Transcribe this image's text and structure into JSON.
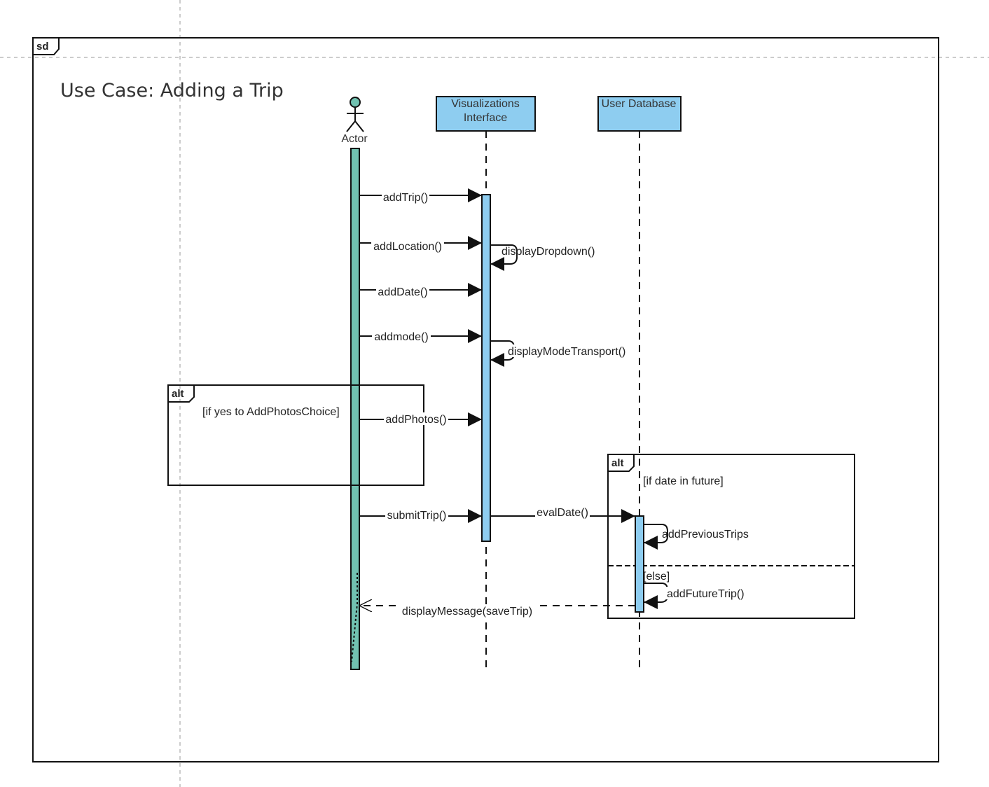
{
  "diagram": {
    "frame_tag": "sd",
    "title": "Use Case: Adding a Trip",
    "colors": {
      "actor_bar": "#71c2b1",
      "lifeline_box": "#8ecdf0",
      "activation": "#8ecdf0",
      "guide": "#bbbbbb",
      "line": "#111111"
    },
    "participants": {
      "actor": "Actor",
      "interface": "Visualizations Interface",
      "interface_line1": "Visualizations",
      "interface_line2": "Interface",
      "database": "User Database"
    },
    "messages": {
      "add_trip": "addTrip()",
      "add_location": "addLocation()",
      "display_dropdown": "displayDropdown()",
      "add_date": "addDate()",
      "add_mode": "addmode()",
      "display_mode_transport": "displayModeTransport()",
      "add_photos": "addPhotos()",
      "submit_trip": "submitTrip()",
      "eval_date": "evalDate()",
      "add_previous_trips": "addPreviousTrips",
      "add_future_trip": "addFutureTrip()",
      "display_message": "displayMessage(saveTrip)"
    },
    "fragments": {
      "photos_alt": {
        "tag": "alt",
        "guard": "[if yes to AddPhotosChoice]"
      },
      "date_alt": {
        "tag": "alt",
        "guard": "[if date in future]",
        "else_guard": "[else]"
      }
    }
  }
}
